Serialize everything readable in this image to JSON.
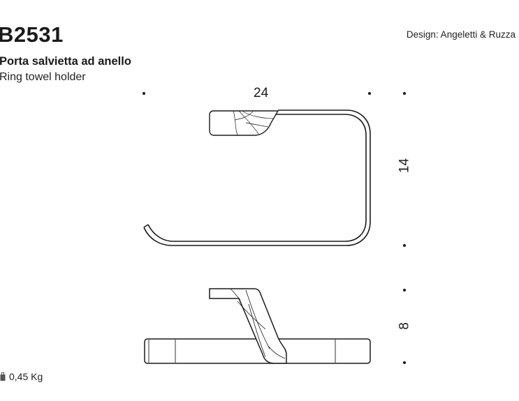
{
  "header": {
    "code": "B2531",
    "designer": "Design: Angeletti & Ruzza"
  },
  "product": {
    "name_it": "Porta salvietta ad anello",
    "name_en": "Ring towel holder"
  },
  "dimensions": {
    "width": "24",
    "height": "14",
    "depth": "8"
  },
  "weight": {
    "value": "0,45 Kg",
    "icon": "weight-icon"
  },
  "colors": {
    "line": "#1a1a1a",
    "background": "#ffffff"
  }
}
